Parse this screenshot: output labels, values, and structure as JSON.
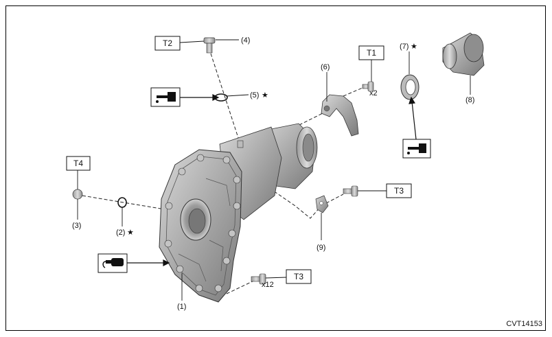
{
  "figure_code": "CVT14153",
  "torque_labels": {
    "t1": "T1",
    "t2": "T2",
    "t3a": "T3",
    "t3b": "T3",
    "t4": "T4"
  },
  "part_labels": {
    "p1": "(1)",
    "p2": "(2)",
    "p3": "(3)",
    "p4": "(4)",
    "p5": "(5)",
    "p6": "(6)",
    "p7": "(7)",
    "p8": "(8)",
    "p9": "(9)"
  },
  "quantities": {
    "q1": "x2",
    "q2": "x12"
  },
  "star_symbol": "★",
  "icons": {
    "fluid_top": "oil-can-icon",
    "fluid_right": "oil-can-icon",
    "sealant": "sealant-tube-icon"
  }
}
